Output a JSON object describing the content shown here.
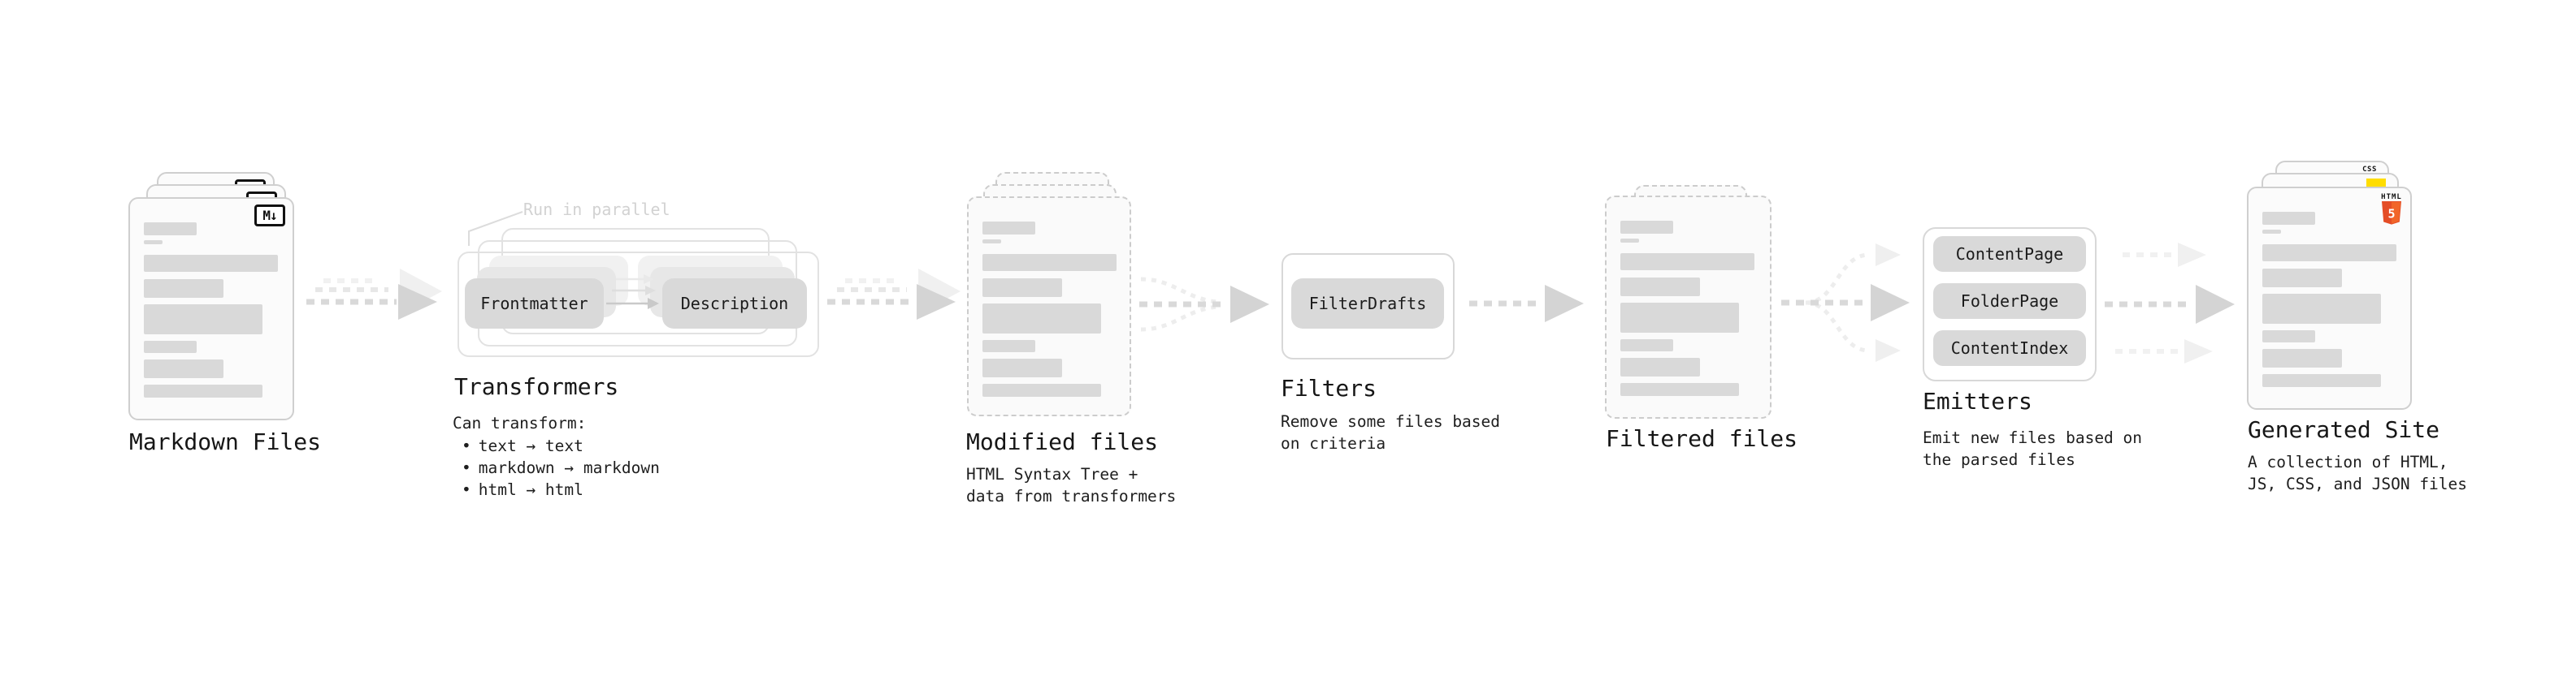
{
  "stages": {
    "markdown": {
      "title": "Markdown Files",
      "badge": "M↓"
    },
    "transformers": {
      "title": "Transformers",
      "annotation": "Run in parallel",
      "pill_from": "Frontmatter",
      "pill_to": "Description",
      "desc_heading": "Can transform:",
      "bullet_char": "•",
      "bullets": [
        "text → text",
        "markdown → markdown",
        "html → html"
      ]
    },
    "modified": {
      "title": "Modified files",
      "desc": [
        "HTML Syntax Tree +",
        "data from transformers"
      ]
    },
    "filters": {
      "title": "Filters",
      "pill": "FilterDrafts",
      "desc": [
        "Remove some files based",
        "on criteria"
      ]
    },
    "filtered": {
      "title": "Filtered files"
    },
    "emitters": {
      "title": "Emitters",
      "pills": [
        "ContentPage",
        "FolderPage",
        "ContentIndex"
      ],
      "desc": [
        "Emit new files based on",
        "the parsed files"
      ]
    },
    "generated": {
      "title": "Generated Site",
      "desc": [
        "A collection of HTML,",
        "JS, CSS, and JSON files"
      ],
      "badge_css": "CSS",
      "badge_html": "HTML",
      "badge_html5": "5"
    }
  },
  "colors": {
    "node_gray": "#d9d9d9",
    "arrow_gray": "#d4d4d4",
    "js_yellow": "#ffdd00",
    "css_blue": "#2965f1",
    "html5_orange": "#e44d26",
    "html5_orange_light": "#f16529"
  }
}
